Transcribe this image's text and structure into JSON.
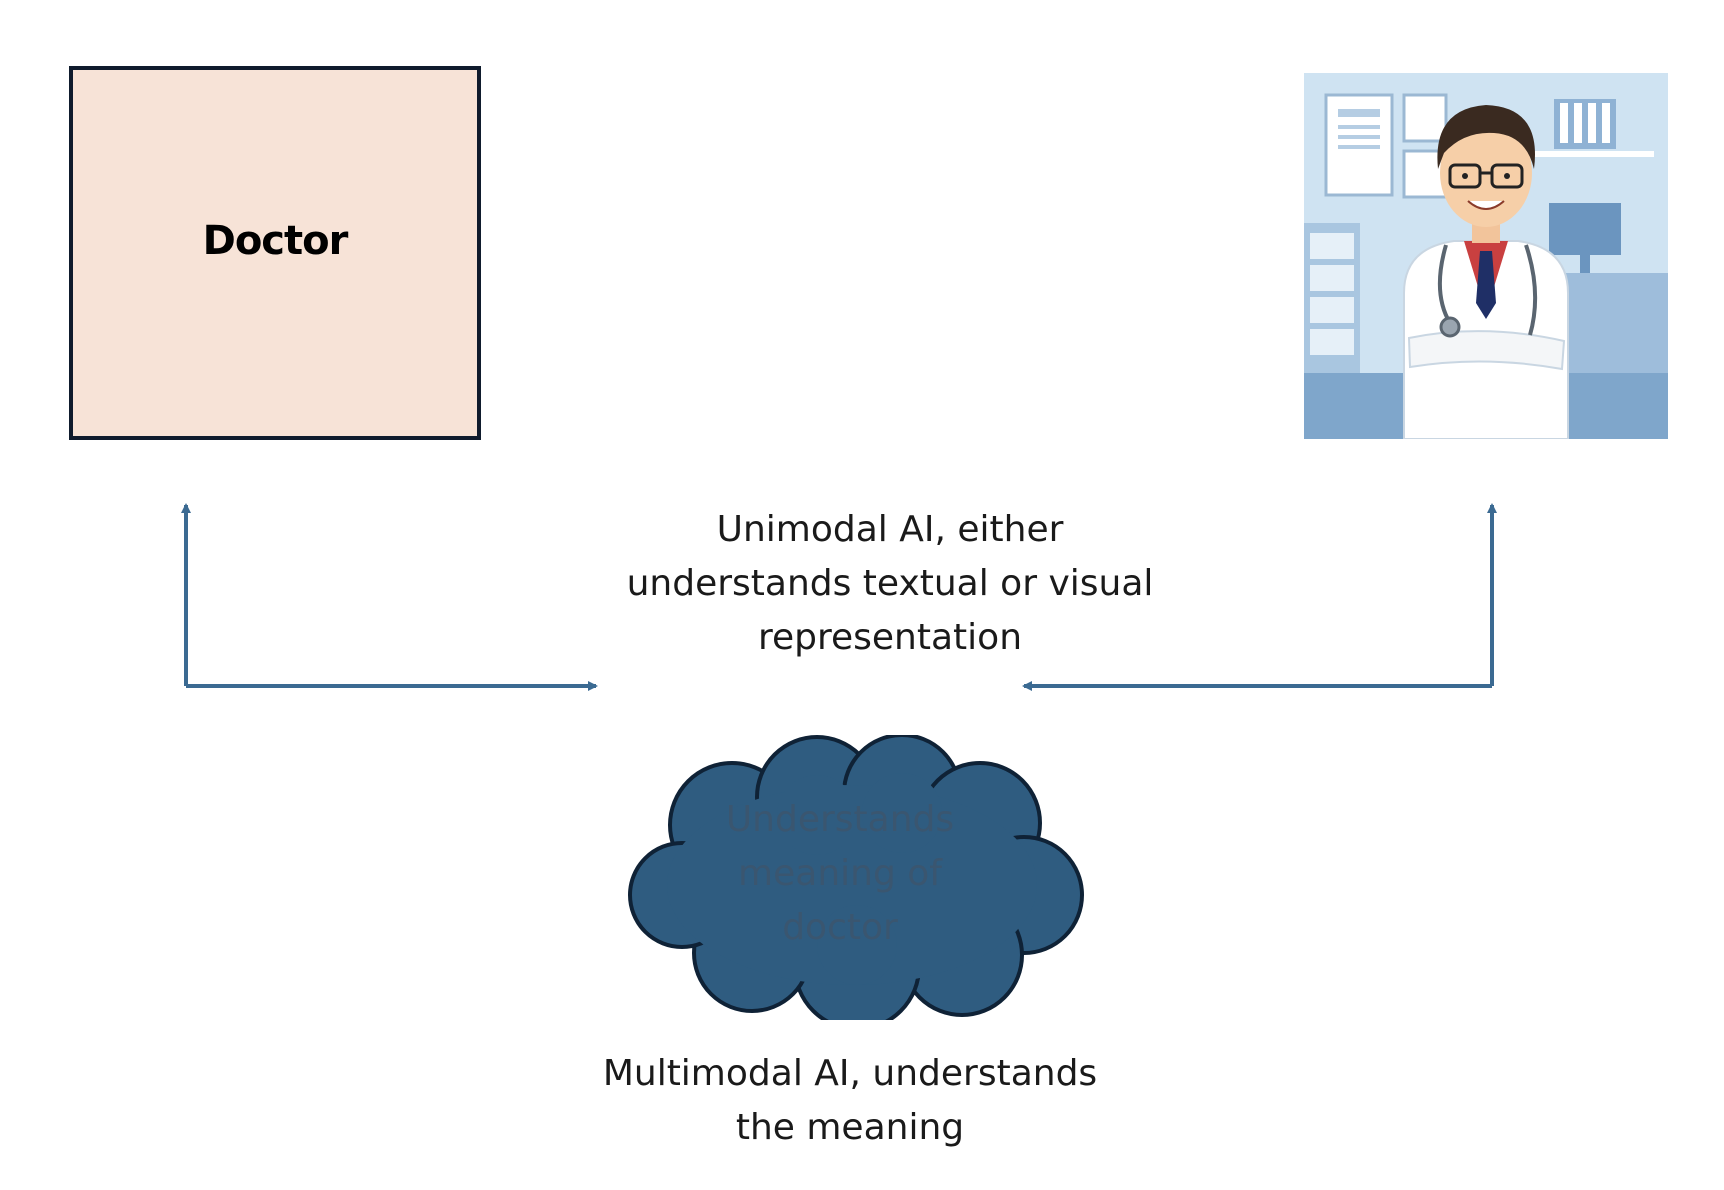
{
  "text_box": {
    "word": "Doctor"
  },
  "unimodal_caption": {
    "line1": "Unimodal AI, either",
    "line2": "understands textual or visual",
    "line3": "representation"
  },
  "cloud": {
    "line1": "Understands",
    "line2": "meaning of",
    "line3": "doctor"
  },
  "multimodal_caption": {
    "line1": "Multimodal AI, understands",
    "line2": "the meaning"
  },
  "colors": {
    "box_fill": "#f7e3d7",
    "box_border": "#0f1b2d",
    "arrow": "#3b6a92",
    "cloud_fill": "#2f5c80",
    "cloud_stroke": "#0f2236",
    "illustration_bg": "#cfe3f2"
  },
  "icons": {
    "illustration": "doctor-with-stethoscope-icon"
  }
}
